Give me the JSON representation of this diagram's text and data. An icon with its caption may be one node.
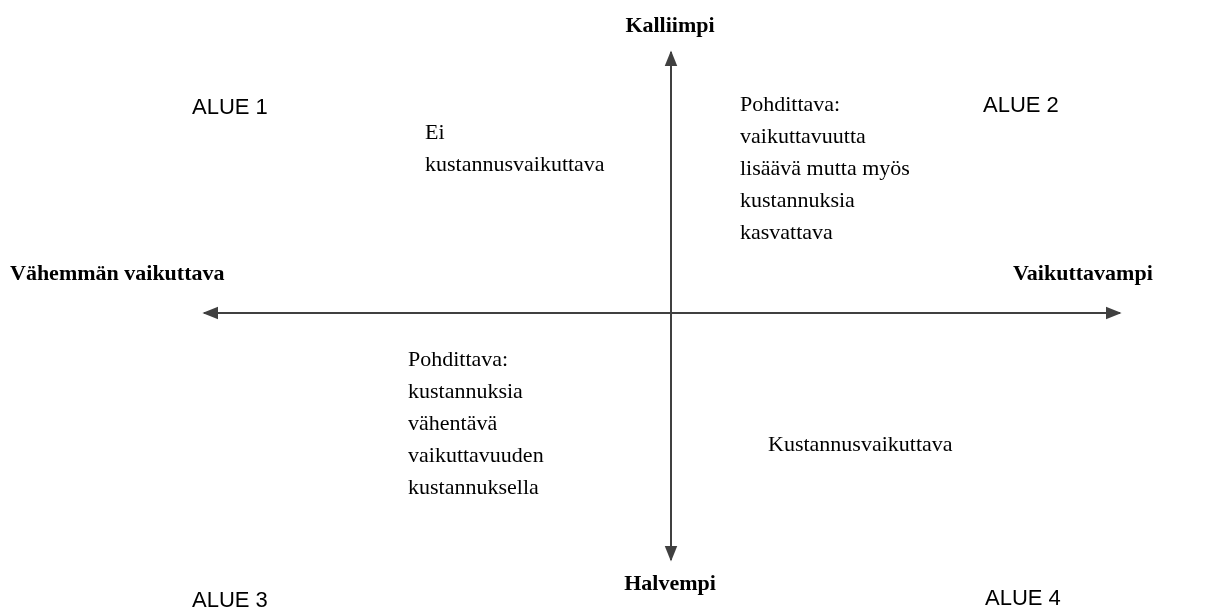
{
  "diagram": {
    "labels": [
      "Kalliimpi",
      "ALUE 1",
      "ALUE 2",
      "Pohdittava: vaikuttavuutta lisäävä mutta myös kustannuksia kasvattava",
      "Ei kustannusvaikuttava",
      "Vähemmän vaikuttava",
      "Vaikuttavampi",
      "Pohdittava: kustannuksia vähentävä vaikuttavuuden kustannuksella",
      "Kustannusvaikuttava",
      "Halvempi",
      "ALUE 3",
      "ALUE 4"
    ]
  }
}
